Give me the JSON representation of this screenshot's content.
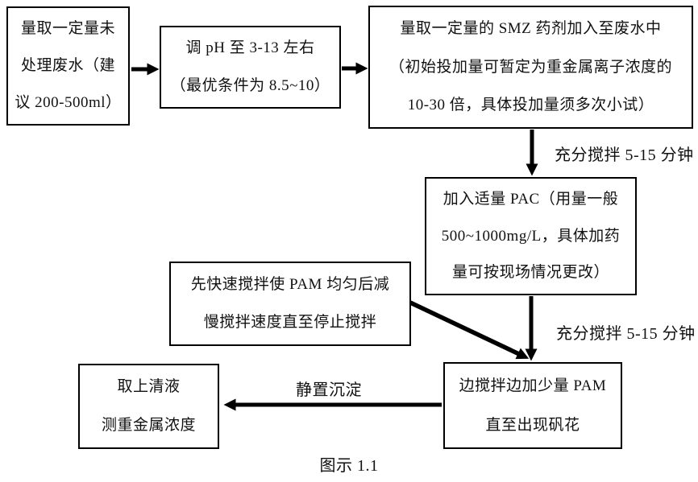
{
  "diagram": {
    "caption": "图示 1.1",
    "boxes": {
      "measure_wastewater": {
        "lines": [
          "量取一定量未",
          "处理废水（建",
          "议 200-500ml）"
        ]
      },
      "adjust_ph": {
        "lines": [
          "调 pH 至 3-13 左右",
          "（最优条件为 8.5~10）"
        ]
      },
      "add_smz": {
        "lines": [
          "量取一定量的 SMZ 药剂加入至废水中",
          "（初始投加量可暂定为重金属离子浓度的",
          "10-30 倍，具体投加量须多次小试）"
        ]
      },
      "add_pac": {
        "lines": [
          "加入适量 PAC（用量一般",
          "500~1000mg/L，具体加药",
          "量可按现场情况更改）"
        ]
      },
      "stir_pam": {
        "lines": [
          "先快速搅拌使 PAM 均匀后减",
          "慢搅拌速度直至停止搅拌"
        ]
      },
      "add_pam": {
        "lines": [
          "边搅拌边加少量 PAM",
          "直至出现矾花"
        ]
      },
      "take_supernatant": {
        "lines": [
          "取上清液",
          "测重金属浓度"
        ]
      }
    },
    "arrow_labels": {
      "stir_1": "充分搅拌 5-15 分钟",
      "stir_2": "充分搅拌 5-15 分钟",
      "settle": "静置沉淀"
    },
    "colors": {
      "stroke": "#000000",
      "background": "#ffffff",
      "text": "#111111"
    }
  }
}
